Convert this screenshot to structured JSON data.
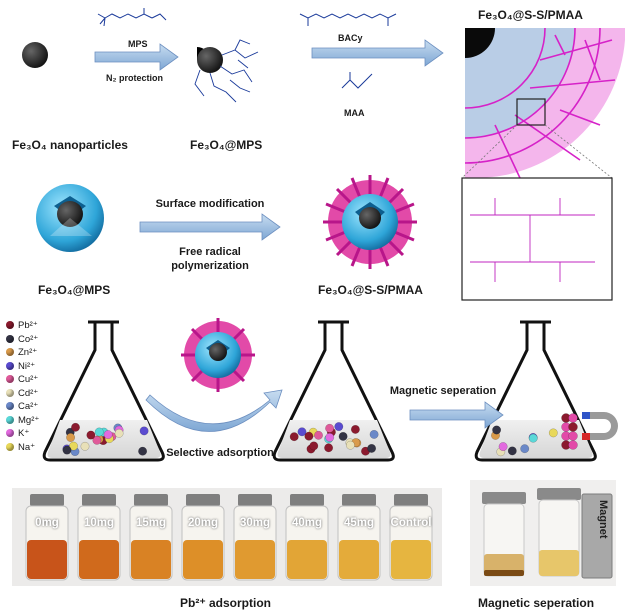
{
  "row1": {
    "np_label": "Fe₃O₄ nanoparticles",
    "mps_reagent": "MPS",
    "n2_label": "N₂ protection",
    "mps_product_label": "Fe₃O₄@MPS",
    "bacy_label": "BACy",
    "maa_label": "MAA",
    "final_label": "Fe₃O₄@S-S/PMAA"
  },
  "row2": {
    "left_label": "Fe₃O₄@MPS",
    "step1": "Surface modification",
    "step2_line1": "Free radical",
    "step2_line2": "polymerization",
    "right_label": "Fe₃O₄@S-S/PMAA"
  },
  "row3": {
    "ions": [
      {
        "label": "Pb²⁺",
        "color": "#8b1a2e"
      },
      {
        "label": "Co²⁺",
        "color": "#333344"
      },
      {
        "label": "Zn²⁺",
        "color": "#d99a4a"
      },
      {
        "label": "Ni²⁺",
        "color": "#5a4bd0"
      },
      {
        "label": "Cu²⁺",
        "color": "#e05a9a"
      },
      {
        "label": "Cd²⁺",
        "color": "#e8e0b8"
      },
      {
        "label": "Ca²⁺",
        "color": "#6a88c8"
      },
      {
        "label": "Mg²⁺",
        "color": "#5ad8d8"
      },
      {
        "label": "K⁺",
        "color": "#e26adf"
      },
      {
        "label": "Na⁺",
        "color": "#e8d85a"
      }
    ],
    "selective": "Selective adsorption",
    "magnetic_sep": "Magnetic seperation"
  },
  "row4": {
    "vials": [
      "0mg",
      "10mg",
      "15mg",
      "20mg",
      "30mg",
      "40mg",
      "45mg",
      "Control"
    ],
    "left_caption": "Pb²⁺ adsorption",
    "magnet_label": "Magnet",
    "right_caption": "Magnetic seperation"
  }
}
